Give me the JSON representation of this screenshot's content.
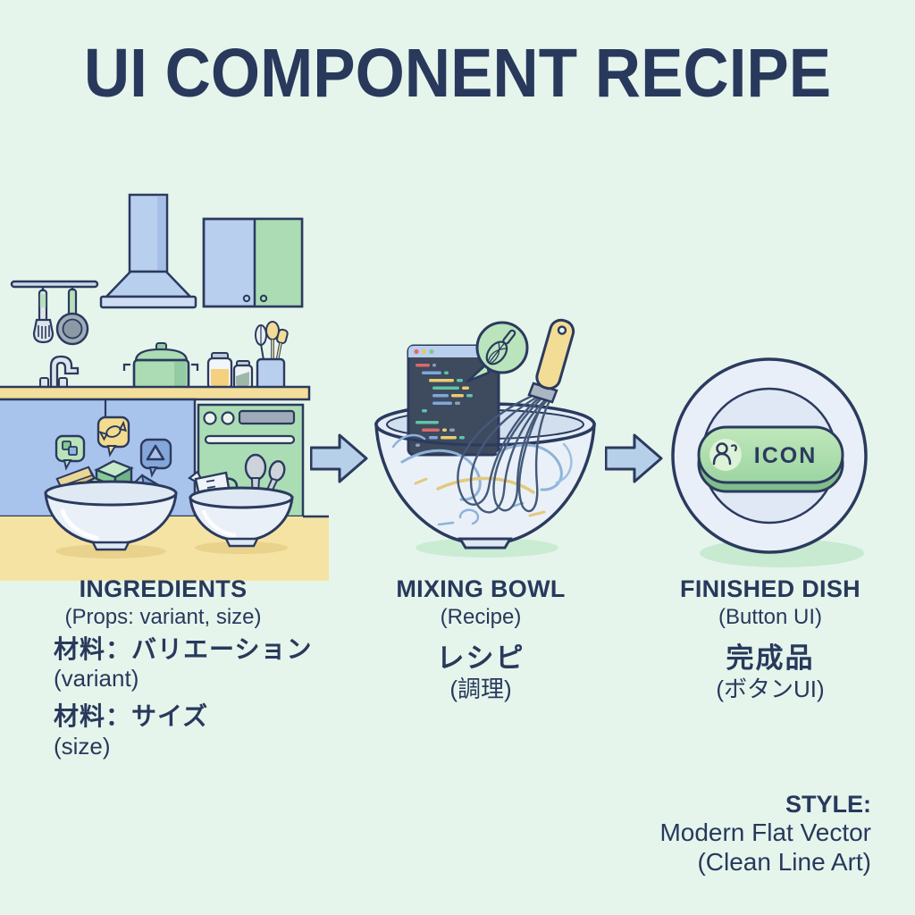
{
  "title": "UI COMPONENT RECIPE",
  "colors": {
    "background": "#e6f5ec",
    "ink_navy": "#28395c",
    "accent_blue": "#b9cfee",
    "accent_green": "#abdcb4",
    "accent_yellow": "#f3de9b",
    "arrow_blue": "#b7d0ea",
    "button_green": "#a8dcab",
    "code_window": "#3e4a5e"
  },
  "icons": [
    "squares-icon",
    "candy-icon",
    "triangle-icon",
    "whisk-icon",
    "person-icon",
    "arrow-icon"
  ],
  "steps": [
    {
      "id": "ingredients",
      "heading": "INGREDIENTS",
      "subheading": "(Props: variant, size)",
      "notes": [
        {
          "jp": "材料：バリエーション",
          "en": "(variant)"
        },
        {
          "jp": "材料：サイズ",
          "en": "(size)"
        }
      ]
    },
    {
      "id": "mixing-bowl",
      "heading": "MIXING BOWL",
      "subheading": "(Recipe)",
      "notes": [
        {
          "jp": "レシピ",
          "en": "(調理)"
        }
      ]
    },
    {
      "id": "finished-dish",
      "heading": "FINISHED DISH",
      "subheading": "(Button UI)",
      "button_label": "ICON",
      "notes": [
        {
          "jp": "完成品",
          "en": "(ボタンUI)"
        }
      ]
    }
  ],
  "style_note": {
    "label": "STYLE:",
    "line1": "Modern Flat Vector",
    "line2": "(Clean Line Art)"
  }
}
